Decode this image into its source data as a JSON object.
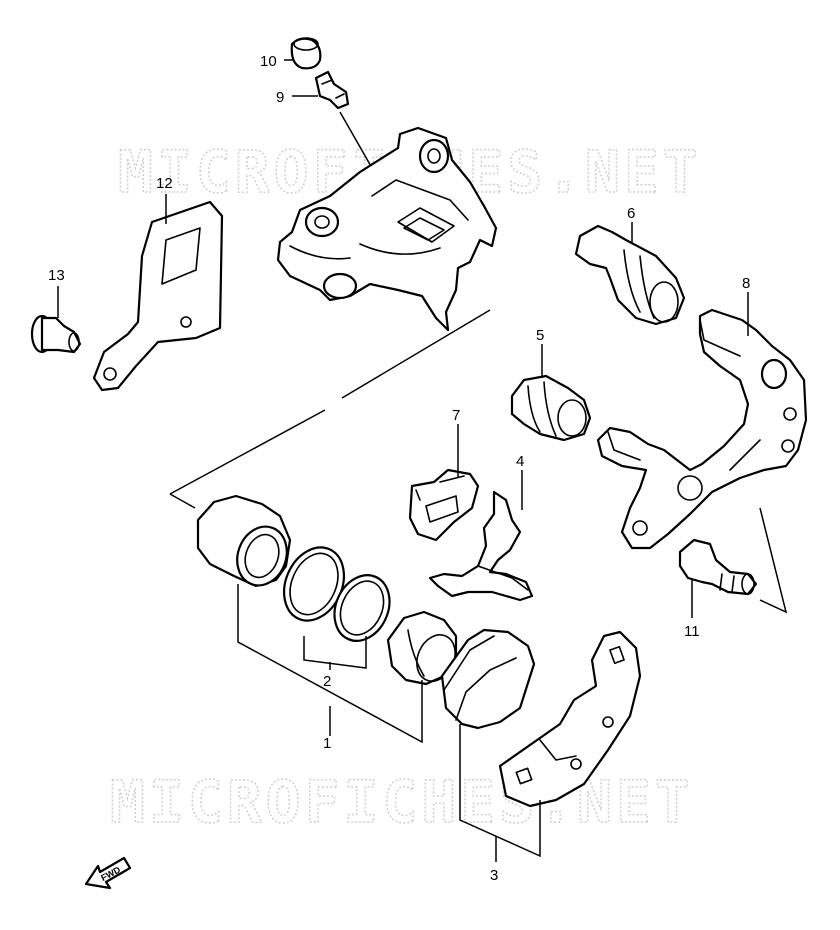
{
  "watermark": "MICROFICHES.NET",
  "fwd_label": "FWD",
  "callouts": [
    {
      "id": "c1",
      "num": "1"
    },
    {
      "id": "c2",
      "num": "2"
    },
    {
      "id": "c3",
      "num": "3"
    },
    {
      "id": "c4",
      "num": "4"
    },
    {
      "id": "c5",
      "num": "5"
    },
    {
      "id": "c6",
      "num": "6"
    },
    {
      "id": "c7",
      "num": "7"
    },
    {
      "id": "c8",
      "num": "8"
    },
    {
      "id": "c9",
      "num": "9"
    },
    {
      "id": "c10",
      "num": "10"
    },
    {
      "id": "c11",
      "num": "11"
    },
    {
      "id": "c12",
      "num": "12"
    },
    {
      "id": "c13",
      "num": "13"
    }
  ]
}
